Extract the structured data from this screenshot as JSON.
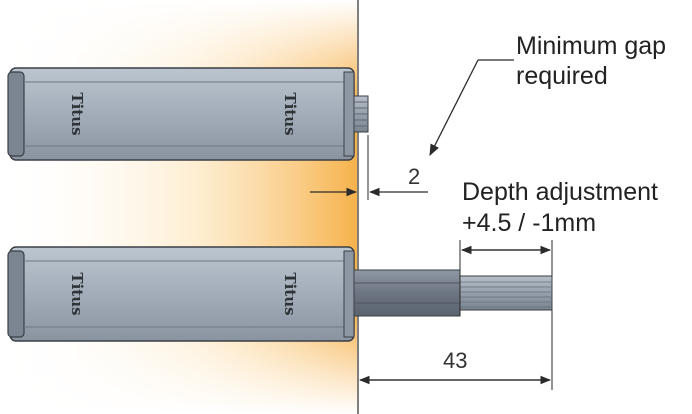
{
  "labels": {
    "min_gap_line1": "Minimum gap",
    "min_gap_line2": "required",
    "depth_line1": "Depth adjustment",
    "depth_line2": "+4.5 / -1mm"
  },
  "dimensions": {
    "gap_value": "2",
    "length_value": "43"
  },
  "devices": {
    "brand": "Titus"
  },
  "colors": {
    "wall_glow": "#f6b24c",
    "body_fill": "#a5afbb",
    "body_dark": "#707a86",
    "line": "#2b2b2b"
  }
}
